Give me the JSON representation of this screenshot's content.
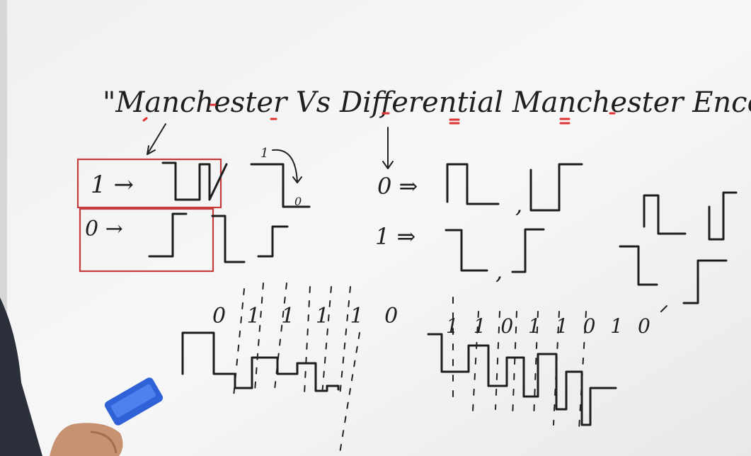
{
  "title": "\"Manchester Vs Differential Manchester Encoding\"",
  "manchester_rules": {
    "one": "1 →",
    "zero": "0 →",
    "aside_one": "1",
    "aside_zero": "0"
  },
  "differential_rules": {
    "zero": "0 ⇒",
    "one": "1 ⇒",
    "comma": ","
  },
  "left_bits": "0 1 1 1 1 0",
  "right_bits": "1 1 0 1 1 0 1 0"
}
